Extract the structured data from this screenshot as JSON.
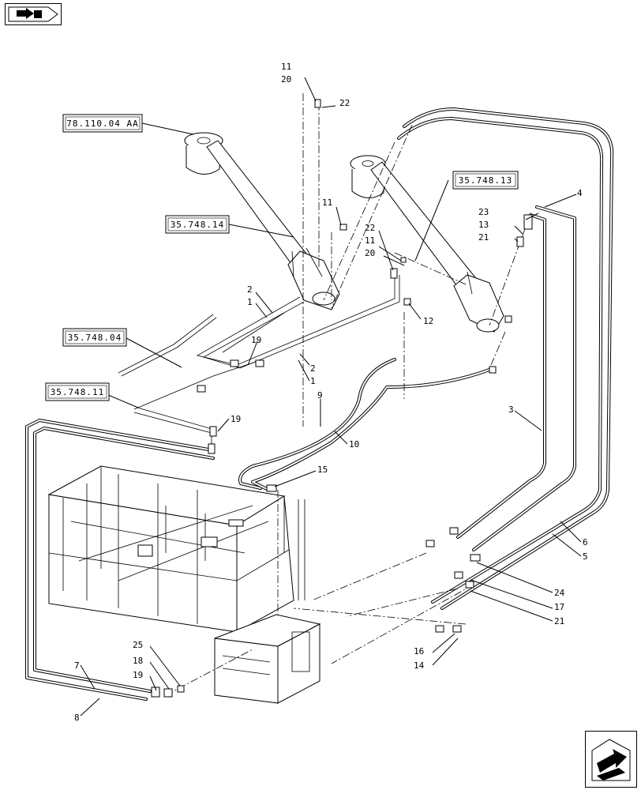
{
  "reference_boxes": [
    {
      "id": "r1",
      "label": "78.110.04 AA"
    },
    {
      "id": "r2",
      "label": "35.748.14"
    },
    {
      "id": "r3",
      "label": "35.748.13"
    },
    {
      "id": "r4",
      "label": "35.748.04"
    },
    {
      "id": "r5",
      "label": "35.748.11"
    }
  ],
  "callouts": {
    "c11a": "11",
    "c20a": "20",
    "c22a": "22",
    "c11b": "11",
    "c22b": "22",
    "c11c": "11",
    "c20b": "20",
    "c23": "23",
    "c13": "13",
    "c21a": "21",
    "c4": "4",
    "c2a": "2",
    "c1a": "1",
    "c12": "12",
    "c19a": "19",
    "c2b": "2",
    "c1b": "1",
    "c9": "9",
    "c19b": "19",
    "c10": "10",
    "c3": "3",
    "c15": "15",
    "c6": "6",
    "c5": "5",
    "c24": "24",
    "c17": "17",
    "c21b": "21",
    "c16": "16",
    "c14": "14",
    "c25": "25",
    "c18": "18",
    "c19c": "19",
    "c7": "7",
    "c8": "8"
  },
  "nav": {
    "back_icon": "back-arrow-icon",
    "next_icon": "next-arrow-icon"
  }
}
